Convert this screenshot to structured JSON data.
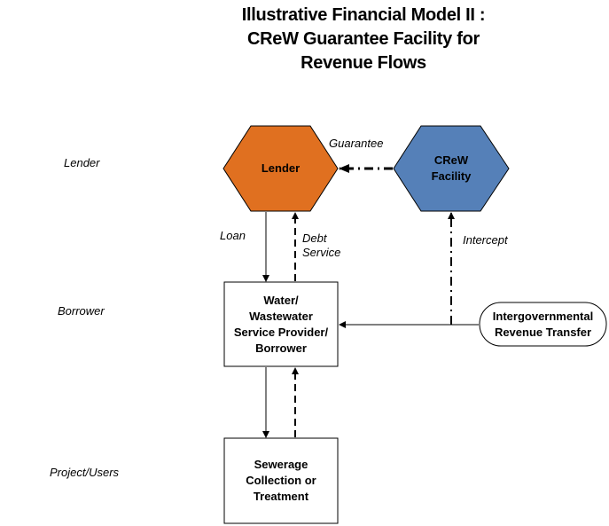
{
  "title": {
    "line1": "Illustrative Financial Model II :",
    "line2": "CReW Guarantee Facility for",
    "line3": "Revenue Flows"
  },
  "tiers": {
    "lender": "Lender",
    "borrower": "Borrower",
    "project_users": "Project/Users"
  },
  "nodes": {
    "lender": {
      "label": "Lender",
      "shape": "hexagon",
      "fill": "#E07020"
    },
    "crew_facility": {
      "line1": "CReW",
      "line2": "Facility",
      "shape": "hexagon",
      "fill": "#5580B8"
    },
    "borrower": {
      "line1": "Water/",
      "line2": "Wastewater",
      "line3": "Service Provider/",
      "line4": "Borrower",
      "shape": "rectangle"
    },
    "sewerage": {
      "line1": "Sewerage",
      "line2": "Collection or",
      "line3": "Treatment",
      "shape": "rectangle"
    },
    "intergovernmental": {
      "line1": "Intergovernmental",
      "line2": "Revenue Transfer",
      "shape": "rounded"
    }
  },
  "edges": {
    "guarantee": {
      "label": "Guarantee",
      "from": "CReW Facility",
      "to": "Lender",
      "style": "dash-dot"
    },
    "loan": {
      "label": "Loan",
      "from": "Lender",
      "to": "Borrower",
      "style": "solid"
    },
    "debt_service": {
      "line1": "Debt",
      "line2": "Service",
      "from": "Borrower",
      "to": "Lender",
      "style": "dashed"
    },
    "intercept": {
      "label": "Intercept",
      "from": "Intergovernmental Revenue Transfer",
      "to": "CReW Facility",
      "style": "dash-dot"
    },
    "revenue_transfer": {
      "from": "Intergovernmental Revenue Transfer",
      "to": "Borrower",
      "style": "solid"
    },
    "project_funds": {
      "from": "Borrower",
      "to": "Sewerage",
      "style": "solid"
    },
    "project_payments": {
      "from": "Sewerage",
      "to": "Borrower",
      "style": "dashed"
    }
  }
}
